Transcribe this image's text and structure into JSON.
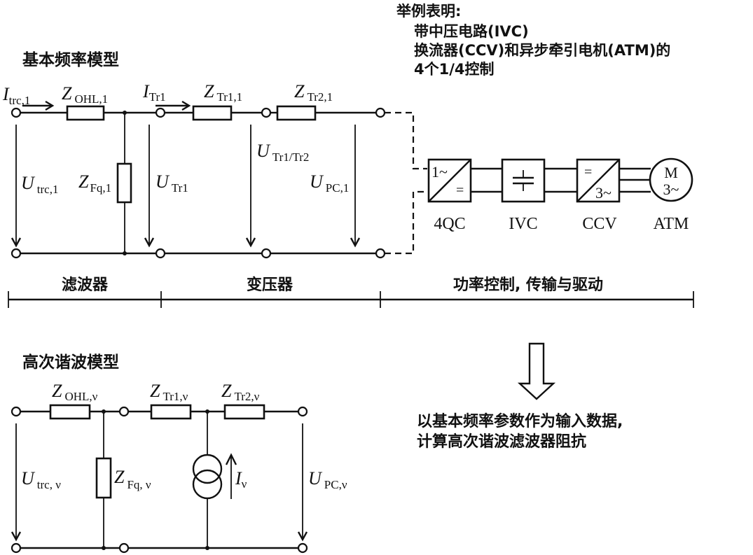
{
  "fundamental_model": {
    "title": "基本频率模型",
    "labels": {
      "i_trc": {
        "main": "I",
        "sub": "trc,1"
      },
      "z_ohl": {
        "main": "Z",
        "sub": "OHL,1"
      },
      "i_tr1": {
        "main": "I",
        "sub": "Tr1"
      },
      "z_tr1": {
        "main": "Z",
        "sub": "Tr1,1"
      },
      "z_tr2": {
        "main": "Z",
        "sub": "Tr2,1"
      },
      "u_trc": {
        "main": "U",
        "sub": "trc,1"
      },
      "z_fq": {
        "main": "Z",
        "sub": "Fq,1"
      },
      "u_tr1": {
        "main": "U",
        "sub": "Tr1"
      },
      "u_tr1tr2": {
        "main": "U",
        "sub": "Tr1/Tr2"
      },
      "u_pc": {
        "main": "U",
        "sub": "PC,1"
      }
    }
  },
  "example_note": {
    "heading": "举例表明:",
    "lines": [
      "带中压电路(IVC)",
      "换流器(CCV)和异步牵引电机(ATM)的",
      "4个1/4控制"
    ]
  },
  "drive_chain": {
    "blocks": [
      {
        "id": "4qc",
        "label": "4QC",
        "top_symbol": "1~",
        "bottom_symbol": "="
      },
      {
        "id": "ivc",
        "label": "IVC",
        "symbol": "capacitor"
      },
      {
        "id": "ccv",
        "label": "CCV",
        "top_symbol": "=",
        "bottom_symbol": "3~"
      },
      {
        "id": "atm",
        "label": "ATM",
        "top_symbol": "M",
        "bottom_symbol": "3~"
      }
    ]
  },
  "sections": {
    "filter": "滤波器",
    "transformer": "变压器",
    "power": "功率控制, 传输与驱动"
  },
  "harmonic_model": {
    "title": "高次谐波模型",
    "labels": {
      "z_ohl": {
        "main": "Z",
        "sub": "OHL,ν"
      },
      "z_tr1": {
        "main": "Z",
        "sub": "Tr1,ν"
      },
      "z_tr2": {
        "main": "Z",
        "sub": "Tr2,ν"
      },
      "u_trc": {
        "main": "U",
        "sub": "trc, ν"
      },
      "z_fq": {
        "main": "Z",
        "sub": "Fq, ν"
      },
      "i_v": {
        "main": "I",
        "sub": "ν"
      },
      "u_pc": {
        "main": "U",
        "sub": "PC,ν"
      }
    }
  },
  "conclusion": {
    "lines": [
      "以基本频率参数作为输入数据,",
      "计算高次谐波滤波器阻抗"
    ]
  }
}
